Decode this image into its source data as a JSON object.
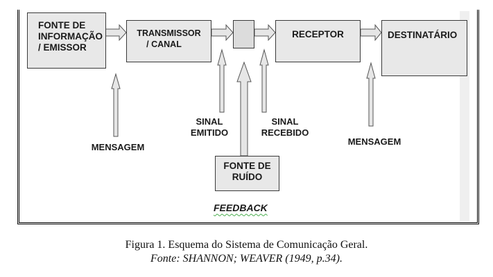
{
  "diagram": {
    "nodes": {
      "source": {
        "line1": "FONTE DE",
        "line2": "INFORMAÇÃO",
        "line3": "/ EMISSOR"
      },
      "transmitter": {
        "line1": "TRANSMISSOR",
        "line2": "/ CANAL"
      },
      "channel_block": {},
      "receiver": {
        "label": "RECEPTOR"
      },
      "destination": {
        "label": "DESTINATÁRIO"
      },
      "noise": {
        "line1": "FONTE DE",
        "line2": "RUÍDO"
      }
    },
    "labels": {
      "message_left": "MENSAGEM",
      "signal_emitted_1": "SINAL",
      "signal_emitted_2": "EMITIDO",
      "signal_received_1": "SINAL",
      "signal_received_2": "RECEBIDO",
      "message_right": "MENSAGEM",
      "feedback": "FEEDBACK"
    },
    "colors": {
      "box_fill": "#e8e8e8",
      "border": "#3a3a3a",
      "arrow_fill": "#e6e6e6"
    }
  },
  "caption": {
    "title": "Figura 1. Esquema do Sistema de Comunicação Geral.",
    "source": "Fonte: SHANNON; WEAVER (1949, p.34)."
  }
}
